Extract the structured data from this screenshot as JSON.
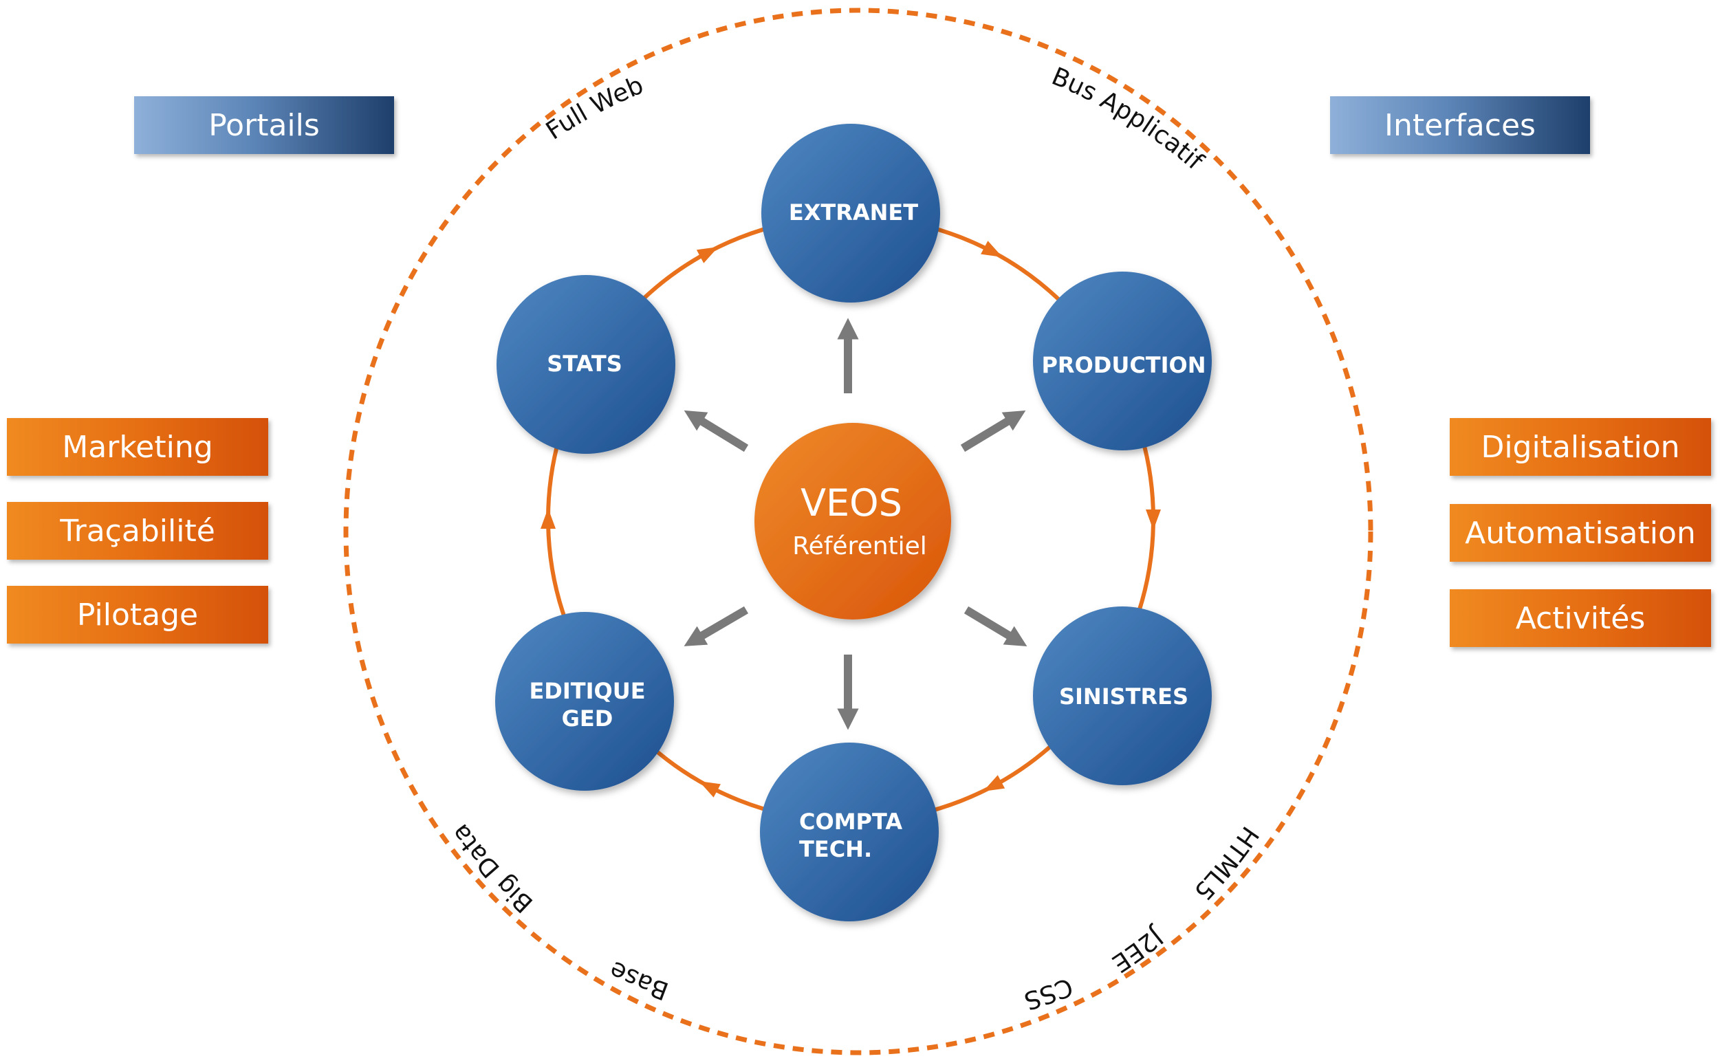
{
  "left_blue_tags": [
    "Portails"
  ],
  "right_blue_tags": [
    "Interfaces"
  ],
  "left_orange_tags": [
    "Marketing",
    "Traçabilité",
    "Pilotage"
  ],
  "right_orange_tags": [
    "Digitalisation",
    "Automatisation",
    "Activités"
  ],
  "center": {
    "title": "VEOS",
    "subtitle": "Référentiel"
  },
  "nodes": [
    {
      "id": "extranet",
      "lines": [
        "EXTRANET"
      ]
    },
    {
      "id": "production",
      "lines": [
        "PRODUCTION"
      ]
    },
    {
      "id": "sinistres",
      "lines": [
        "SINISTRES"
      ]
    },
    {
      "id": "compta",
      "lines": [
        "COMPTA",
        "TECH."
      ]
    },
    {
      "id": "editique",
      "lines": [
        "EDITIQUE",
        "GED"
      ]
    },
    {
      "id": "stats",
      "lines": [
        "STATS"
      ]
    }
  ],
  "ring_labels": {
    "full_web": "Full Web",
    "bus_applicatif": "Bus Applicatif",
    "big_data": "Big Data",
    "base": "Base",
    "html5": "HTML5",
    "j2ee": "J2EE",
    "css": "CSS"
  },
  "colors": {
    "orange": "#e9711c",
    "blue_light": "#4f86c0",
    "blue_dark": "#1f4f8c",
    "arrow_gray": "#7a7a7a"
  }
}
